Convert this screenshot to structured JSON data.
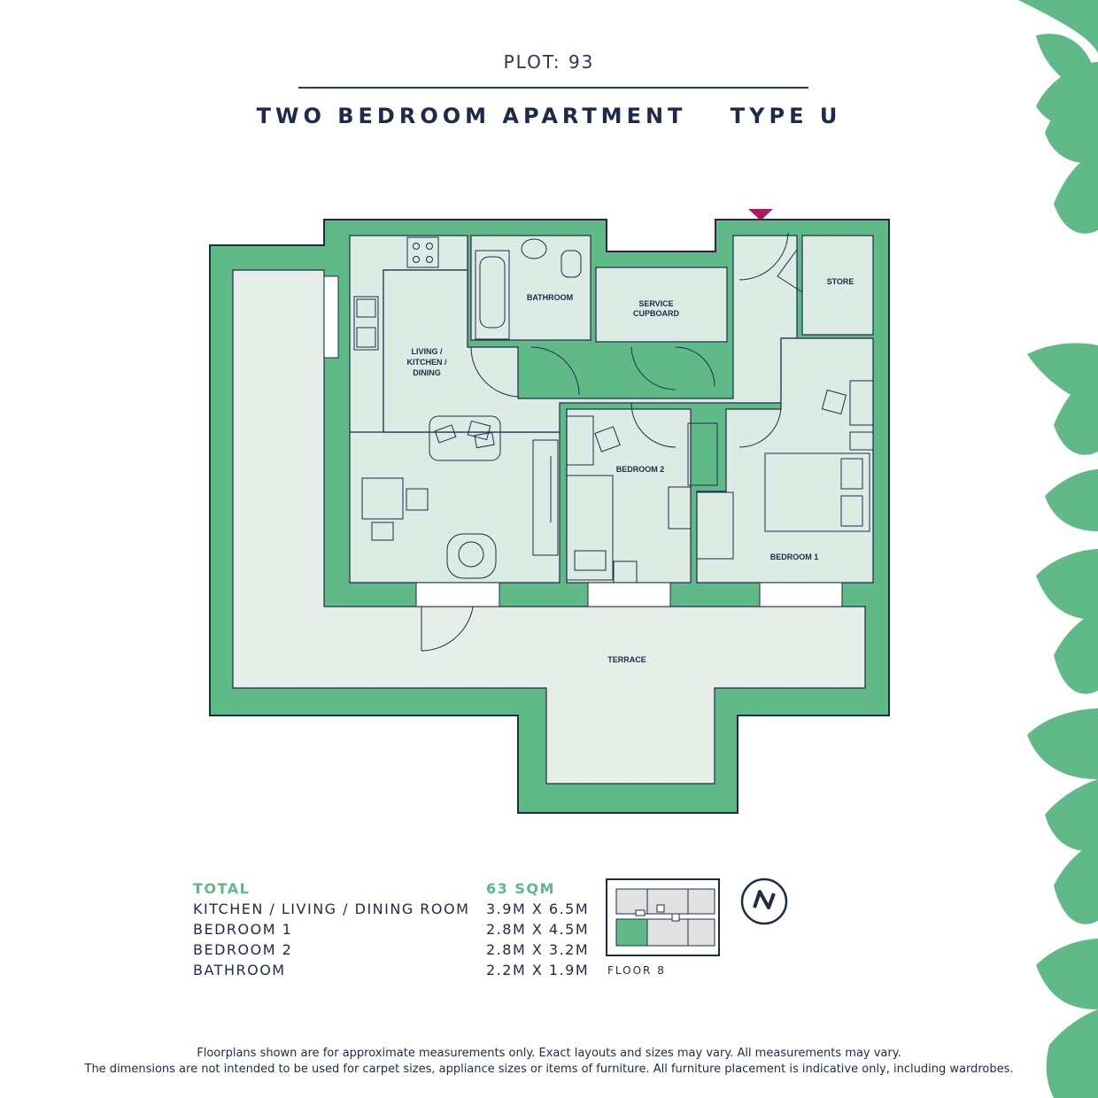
{
  "header": {
    "plot": "PLOT: 93",
    "title_left": "TWO BEDROOM APARTMENT",
    "title_right": "TYPE U"
  },
  "rooms": {
    "living_line1": "LIVING /",
    "living_line2": "KITCHEN /",
    "living_line3": "DINING",
    "bathroom": "BATHROOM",
    "service_line1": "SERVICE",
    "service_line2": "CUPBOARD",
    "store": "STORE",
    "bedroom2": "BEDROOM 2",
    "bedroom1": "BEDROOM 1",
    "terrace": "TERRACE"
  },
  "schedule": {
    "rows": [
      {
        "name": "TOTAL",
        "value": "63 SQM"
      },
      {
        "name": "KITCHEN / LIVING / DINING ROOM",
        "value": "3.9M  X 6.5M"
      },
      {
        "name": "BEDROOM 1",
        "value": "2.8M  X 4.5M"
      },
      {
        "name": "BEDROOM 2",
        "value": "2.8M  X 3.2M"
      },
      {
        "name": "BATHROOM",
        "value": "2.2M  X 1.9M"
      }
    ]
  },
  "key_plan": {
    "floor_label": "FLOOR 8"
  },
  "compass": {
    "label": "N"
  },
  "disclaimer": {
    "line1": "Floorplans shown are for approximate measurements only. Exact layouts and sizes may vary. All measurements may vary.",
    "line2": "The dimensions are not intended to be used for carpet sizes, appliance sizes or items of furniture. All furniture placement is indicative only, including wardrobes."
  },
  "colors": {
    "wall_green": "#5fba88",
    "floor_light": "#dcebe3",
    "terrace": "#e6ede9",
    "ink": "#1f2a4a",
    "entrance_marker": "#b0185e"
  }
}
